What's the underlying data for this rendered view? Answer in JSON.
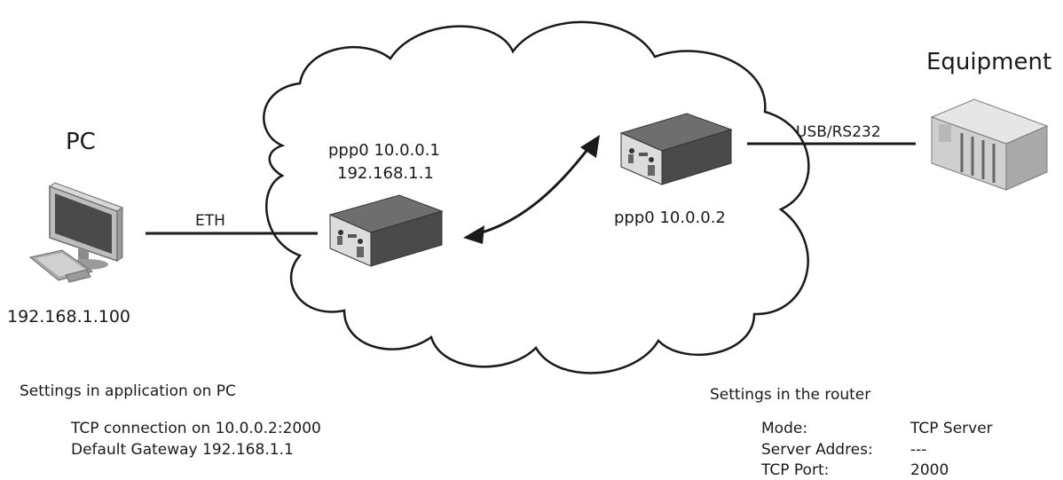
{
  "pc": {
    "title": "PC",
    "ip": "192.168.1.100",
    "icon": "desktop-computer-icon"
  },
  "equipment": {
    "title": "Equipment",
    "icon": "industrial-equipment-icon"
  },
  "links": {
    "eth": "ETH",
    "usb": "USB/RS232"
  },
  "router1": {
    "line1": "ppp0 10.0.0.1",
    "line2": "192.168.1.1",
    "icon": "router-icon"
  },
  "router2": {
    "line1": "ppp0 10.0.0.2",
    "icon": "router-icon"
  },
  "pc_settings": {
    "title": "Settings in application on PC",
    "lines": [
      "TCP connection on 10.0.0.2:2000",
      "Default Gateway 192.168.1.1"
    ]
  },
  "router_settings": {
    "title": "Settings in the router",
    "rows": [
      {
        "key": "Mode:",
        "value": "TCP Server"
      },
      {
        "key": "Server Addres:",
        "value": "---"
      },
      {
        "key": "TCP Port:",
        "value": "2000"
      }
    ]
  },
  "colors": {
    "line": "#1a1a1a",
    "router_body": "#4d4d4d",
    "router_face": "#e6e6e6",
    "equipment_body": "#cfcfcf"
  }
}
